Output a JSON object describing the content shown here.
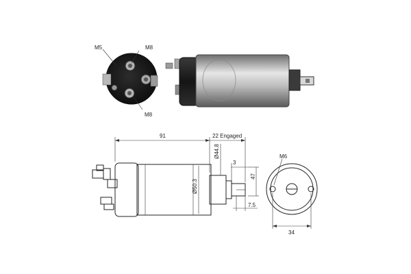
{
  "photo": {
    "callouts": {
      "m5": "M5",
      "m8_top": "M8",
      "m8_bottom": "M8"
    }
  },
  "drawing": {
    "dimensions": {
      "length": "91",
      "engaged": "22 Engaged",
      "flange_dia": "Ø44.8",
      "body_dia": "Ø50.3",
      "plunger_offset": "3",
      "plunger_length": "47",
      "slot_offset": "7.5"
    }
  },
  "end_view": {
    "thread": "M6",
    "width": "34"
  },
  "colors": {
    "line": "#222222",
    "metal_dark": "#1c1c1c",
    "metal_light": "#cfcfcf"
  }
}
